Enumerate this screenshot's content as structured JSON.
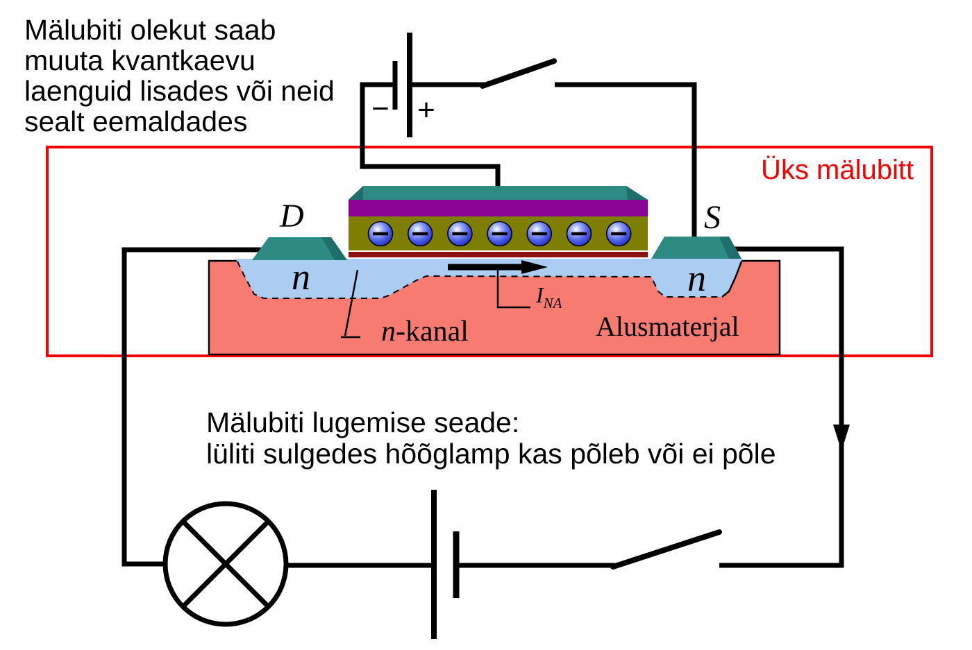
{
  "note_top": {
    "lines": [
      "Mälubiti olekut saab",
      "muuta kvantkaevu",
      "laenguid lisades või neid",
      "sealt eemaldades"
    ]
  },
  "memory_bit": {
    "label": "Üks mälubitt"
  },
  "note_read": {
    "lines": [
      "Mälubiti lugemise seade:",
      "lüliti sulgedes hõõglamp kas põleb või ei põle"
    ]
  },
  "battery_top": {
    "minus_label": "−",
    "plus_label": "+"
  },
  "device": {
    "drain_label": "D",
    "source_label": "S",
    "n_left_label": "n",
    "n_right_label": "n",
    "channel_label_prefix": "n",
    "channel_label_suffix": "-kanal",
    "substrate_label": "Alusmaterjal",
    "current_symbol": "I",
    "current_subscript": "NA",
    "electron_sign": "−",
    "electron_count": 7
  },
  "colors": {
    "accent_red": "#F90000",
    "wire_black": "#000000",
    "substrate_salmon": "#F87B72",
    "n_region_blue": "#AACDF1",
    "contact_teal": "#2E8B84",
    "contact_teal_dark": "#1E6E6B",
    "gate_purple": "#8A0396",
    "well_olive": "#7E7E03",
    "barrier_dark_red": "#8E1111"
  }
}
